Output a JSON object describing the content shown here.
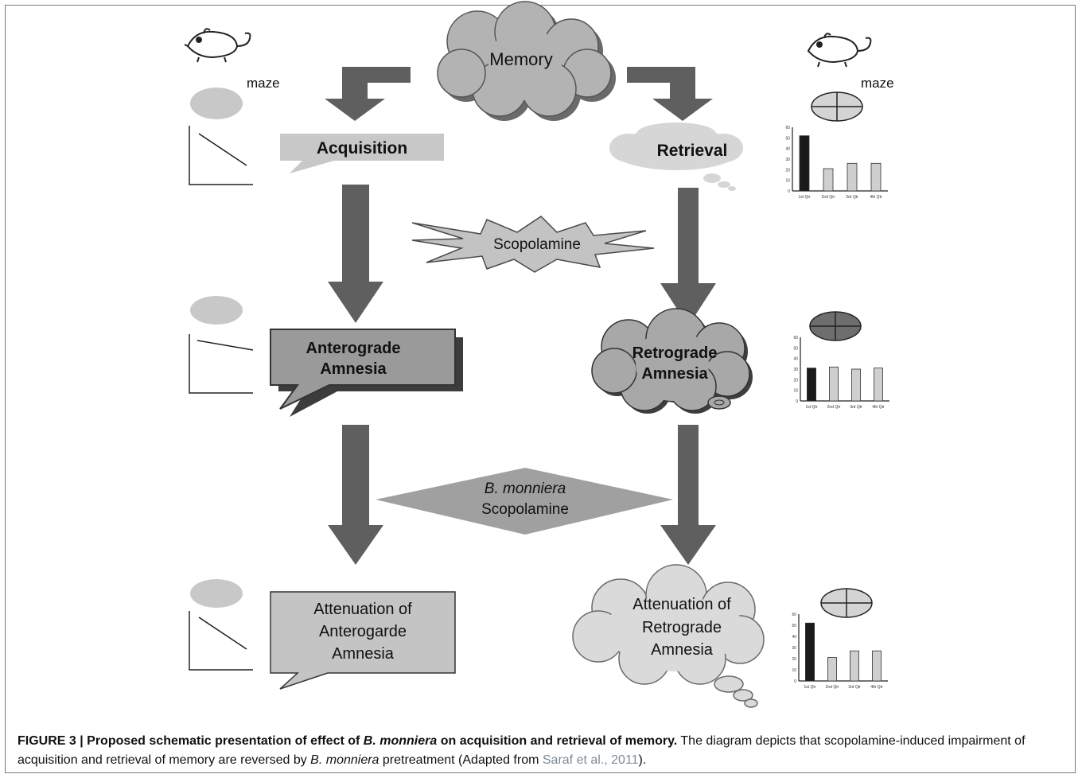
{
  "diagram": {
    "memory": "Memory",
    "maze_left": "maze",
    "maze_right": "maze",
    "acquisition": "Acquisition",
    "retrieval": "Retrieval",
    "scopolamine": "Scopolamine",
    "anterograde": [
      "Anterograde",
      "Amnesia"
    ],
    "retrograde": [
      "Retrograde",
      "Amnesia"
    ],
    "treatment": [
      "B. monniera",
      "Scopolamine"
    ],
    "attenuation_antero": [
      "Attenuation of",
      "Anterogarde",
      "Amnesia"
    ],
    "attenuation_retro": [
      "Attenuation of",
      "Retrograde",
      "Amnesia"
    ]
  },
  "mini_charts": {
    "tick_labels": [
      "1st Qtr",
      "2nd Qtr",
      "3rd Qtr",
      "4th Qtr"
    ],
    "charts": [
      {
        "name": "retrieval-chart",
        "ymax": 60,
        "values": [
          52,
          21,
          26,
          26
        ]
      },
      {
        "name": "retrograde-chart",
        "ymax": 60,
        "values": [
          31,
          32,
          30,
          31
        ]
      },
      {
        "name": "attenuation-chart",
        "ymax": 60,
        "values": [
          52,
          21,
          27,
          27
        ]
      }
    ]
  },
  "caption": {
    "fig_label": "FIGURE 3 | Proposed schematic presentation of effect of ",
    "fig_species": "B. monniera",
    "fig_label_end": " on acquisition and retrieval of memory.",
    "body_1": " The diagram depicts that scopolamine-induced impairment of acquisition and retrieval of memory are reversed by ",
    "body_species": "B. monniera",
    "body_2": " pretreatment (Adapted from ",
    "citation": "Saraf et al., 2011",
    "body_3": ")."
  },
  "colors": {
    "arrow": "#5f5f5f",
    "cloud": "#b3b3b3",
    "light_box": "#c9c9c9",
    "oval": "#c8c8c8"
  }
}
